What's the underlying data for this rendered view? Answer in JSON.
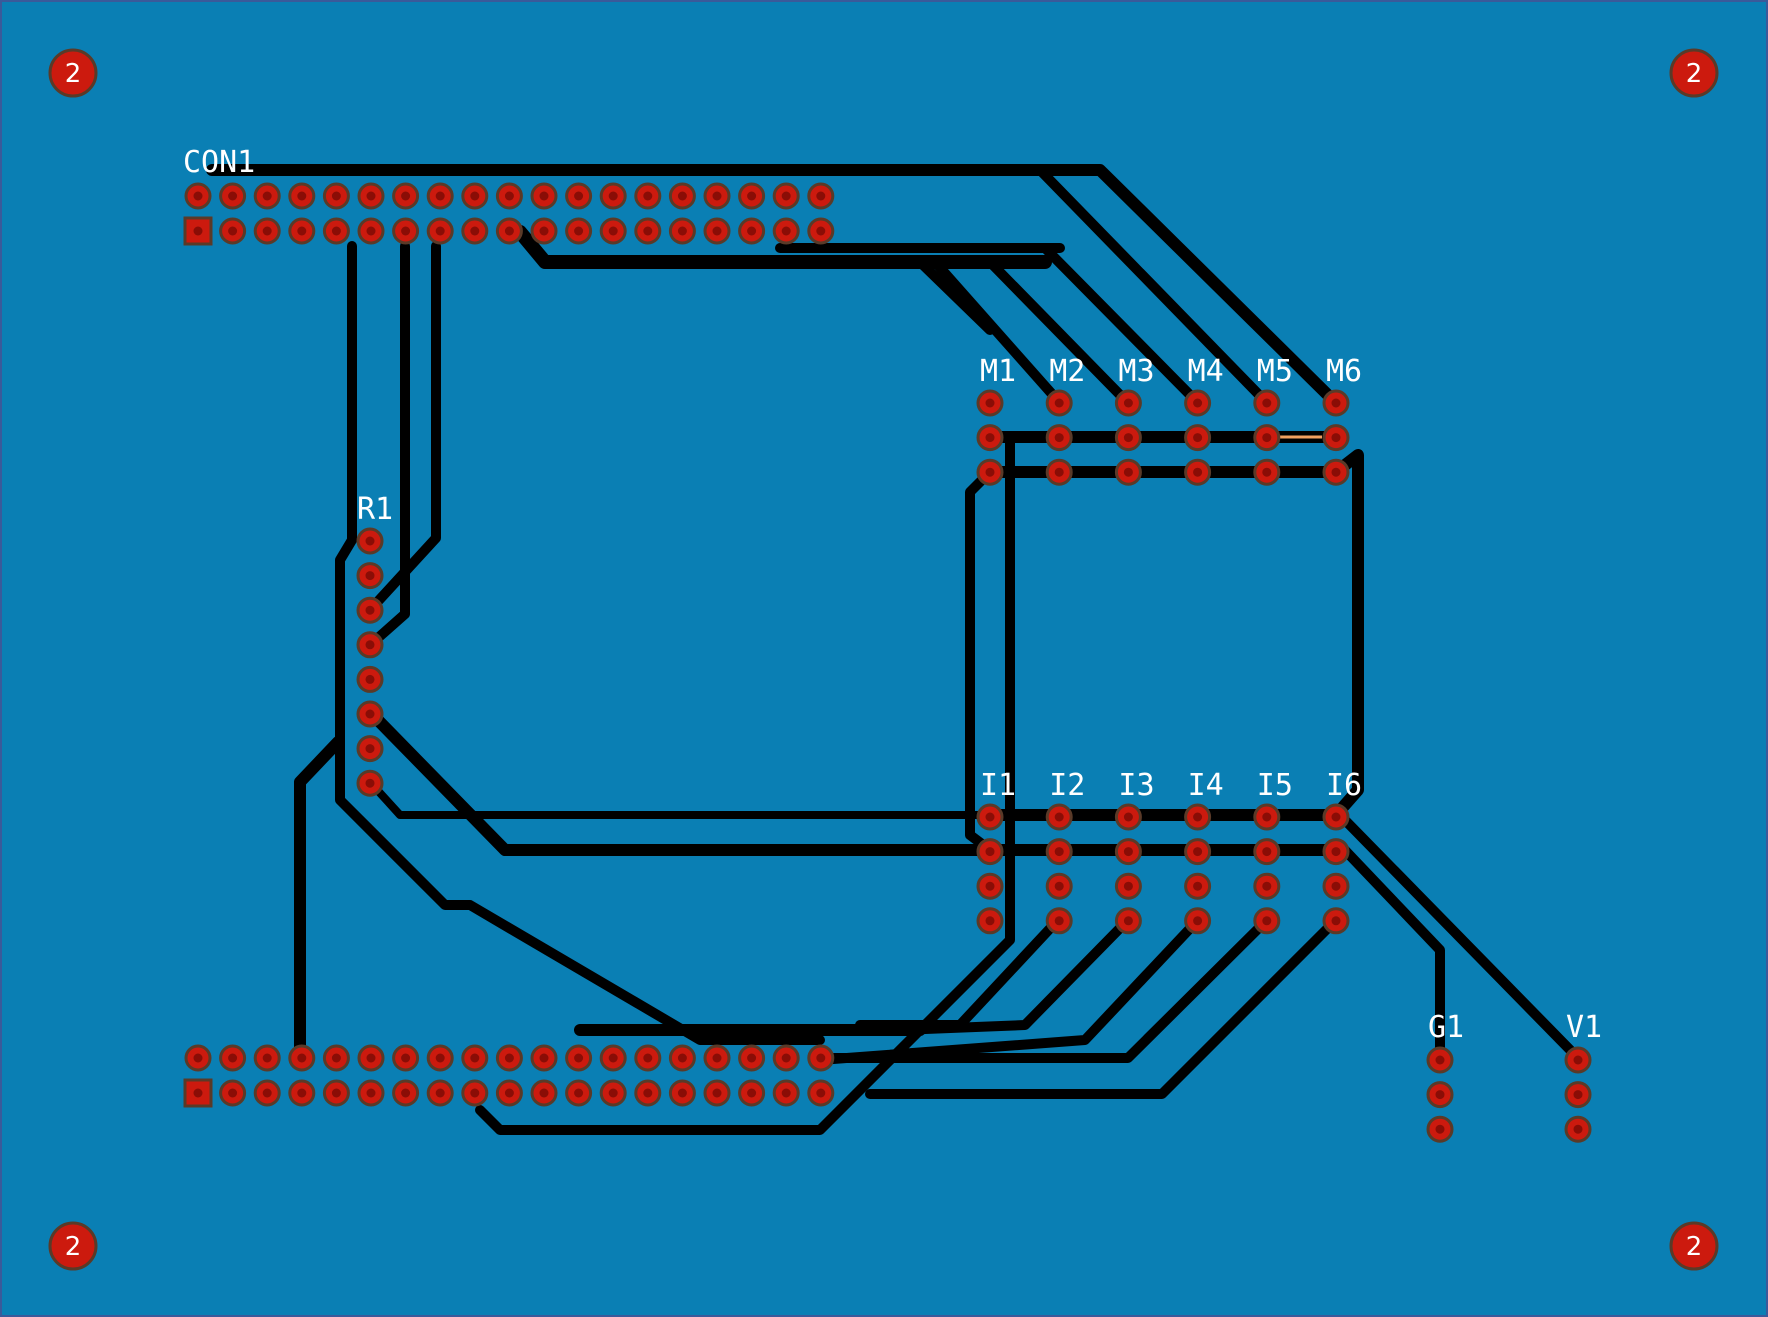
{
  "board": {
    "background": "#0a7fb4",
    "trace_color": "#000000",
    "pad_color": "#cc1a0e",
    "ring_color": "#5a3a28",
    "label_color": "#ffffff",
    "highlight_color": "#f0a060"
  },
  "mounting_holes": [
    {
      "id": "mh-top-left",
      "label": "2"
    },
    {
      "id": "mh-top-right",
      "label": "2"
    },
    {
      "id": "mh-bottom-left",
      "label": "2"
    },
    {
      "id": "mh-bottom-right",
      "label": "2"
    }
  ],
  "components": {
    "con1": {
      "label": "CON1"
    },
    "r1": {
      "label": "R1"
    },
    "motors": [
      "M1",
      "M2",
      "M3",
      "M4",
      "M5",
      "M6"
    ],
    "inputs": [
      "I1",
      "I2",
      "I3",
      "I4",
      "I5",
      "I6"
    ],
    "g1": {
      "label": "G1"
    },
    "v1": {
      "label": "V1"
    }
  }
}
